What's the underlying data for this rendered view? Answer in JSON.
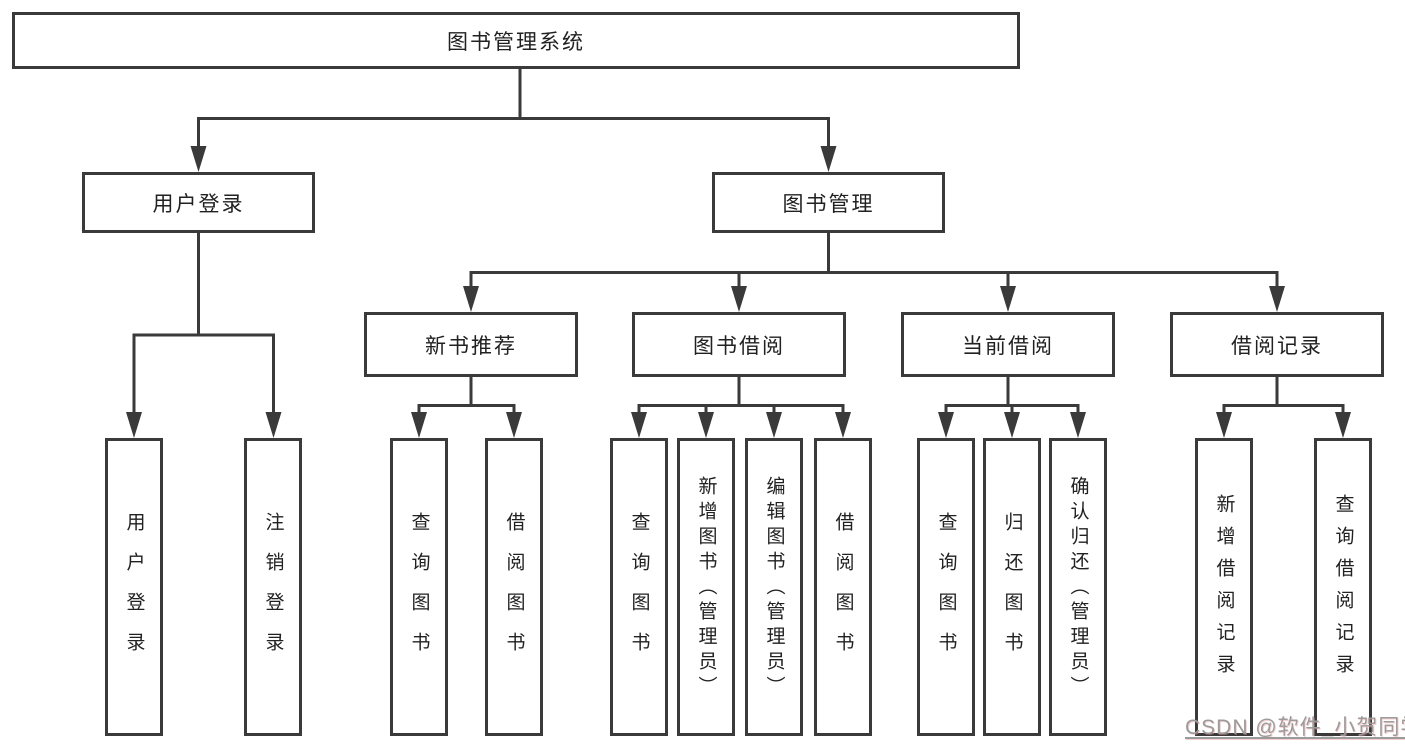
{
  "diagram": {
    "root_label": "图书管理系统",
    "level2": [
      "用户登录",
      "图书管理"
    ],
    "level3": [
      "新书推荐",
      "图书借阅",
      "当前借阅",
      "借阅记录"
    ],
    "leaves_user_login": [
      "用户登录",
      "注销登录"
    ],
    "leaves_new_book": [
      "查询图书",
      "借阅图书"
    ],
    "leaves_book_borrow": [
      "查询图书",
      "新增图书（管理员）",
      "编辑图书（管理员）",
      "借阅图书"
    ],
    "leaves_current_borrow": [
      "查询图书",
      "归还图书",
      "确认归还（管理员）"
    ],
    "leaves_borrow_record": [
      "新增借阅记录",
      "查询借阅记录"
    ]
  },
  "watermark": "CSDN @软件_小贺同学",
  "colors": {
    "line": "#3a3a3a",
    "text": "#212121",
    "watermark": "#9b9b9b",
    "background": "#ffffff"
  }
}
